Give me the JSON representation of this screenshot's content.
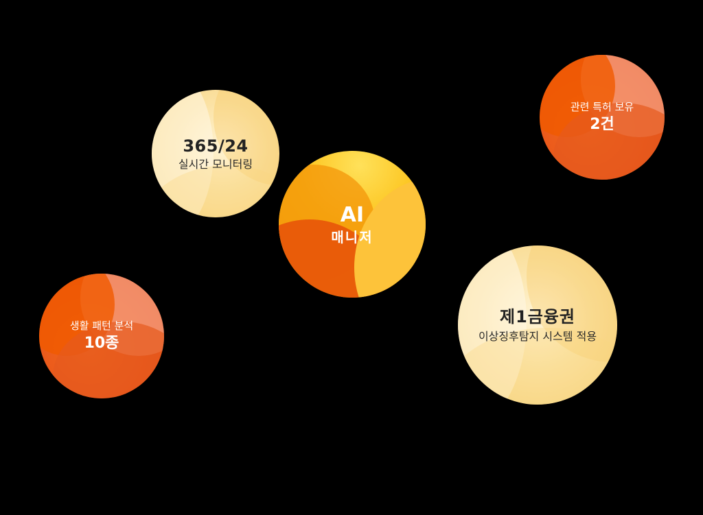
{
  "background_color": "#000000",
  "bubbles": [
    {
      "id": "realtime-monitoring",
      "title": "365/24",
      "subtitle": "실시간 모니터링",
      "theme": "light-yellow",
      "color": "#fbe2a4"
    },
    {
      "id": "ai-manager",
      "title": "AI",
      "subtitle": "매니저",
      "theme": "orange-yellow",
      "color": "#f7a80a"
    },
    {
      "id": "patents",
      "title": "관련 특허 보유",
      "subtitle": "2건",
      "theme": "red-orange",
      "color": "#e8541a"
    },
    {
      "id": "life-pattern",
      "title": "생활 패턴 분석",
      "subtitle": "10종",
      "theme": "red-orange",
      "color": "#e8541a"
    },
    {
      "id": "financial-grade",
      "title": "제1금융권",
      "subtitle": "이상징후탐지 시스템 적용",
      "theme": "light-yellow",
      "color": "#fbe3a6"
    }
  ]
}
